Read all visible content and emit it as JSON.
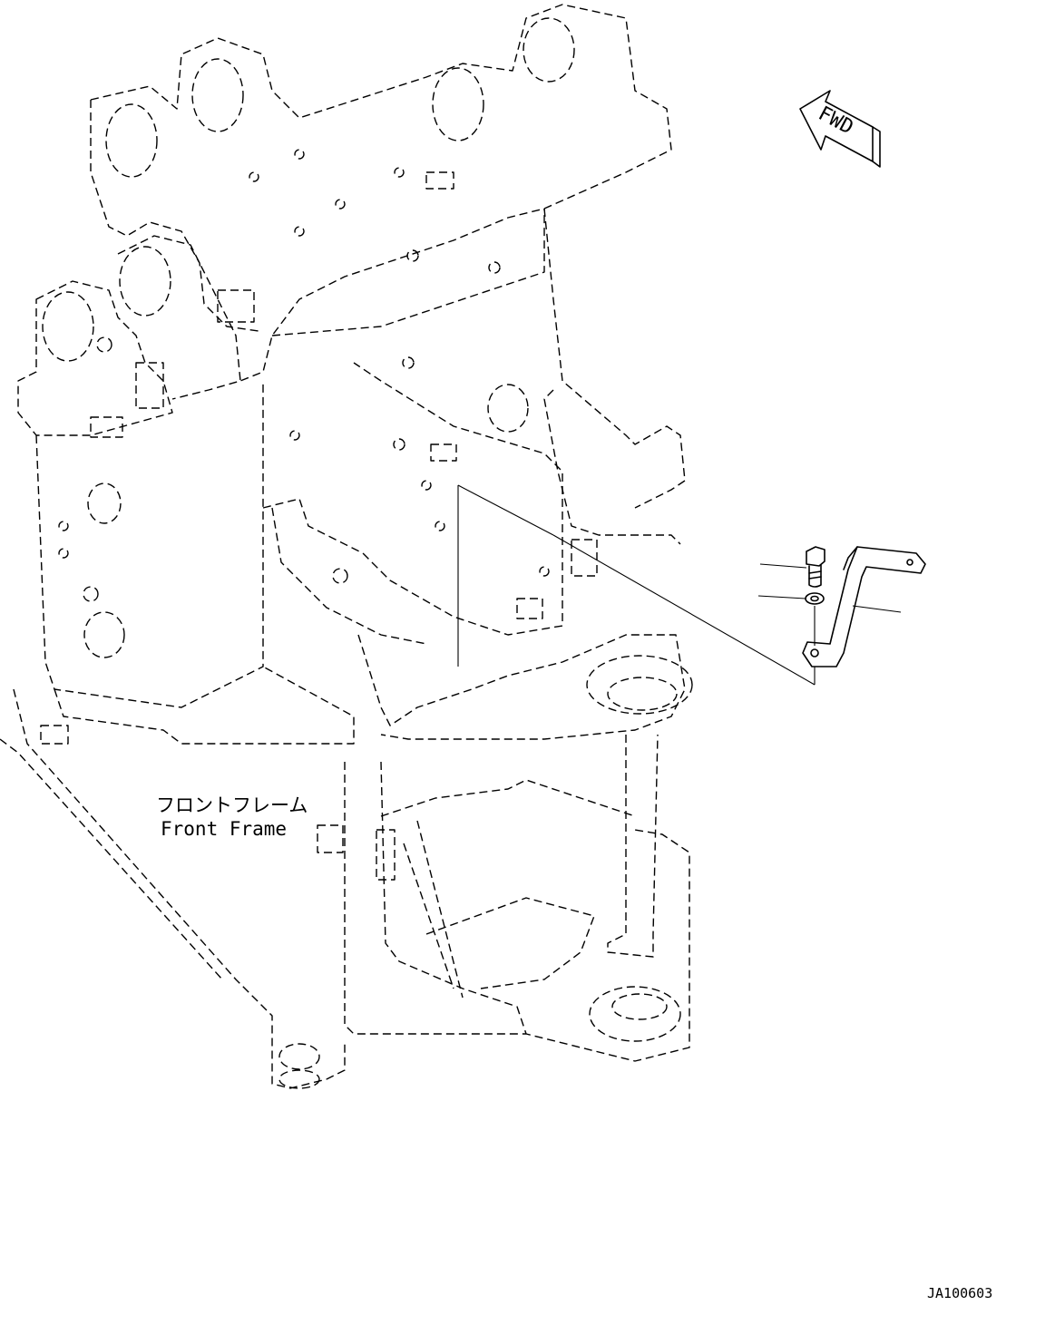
{
  "labels": {
    "frame_jp": "フロントフレーム",
    "frame_en": "Front Frame",
    "fwd_arrow": "FWD",
    "drawing_code": "JA100603"
  },
  "callouts": [
    {
      "part": "bolt"
    },
    {
      "part": "washer"
    },
    {
      "part": "bracket"
    }
  ],
  "icons": {
    "fwd": "forward-arrow-icon"
  }
}
